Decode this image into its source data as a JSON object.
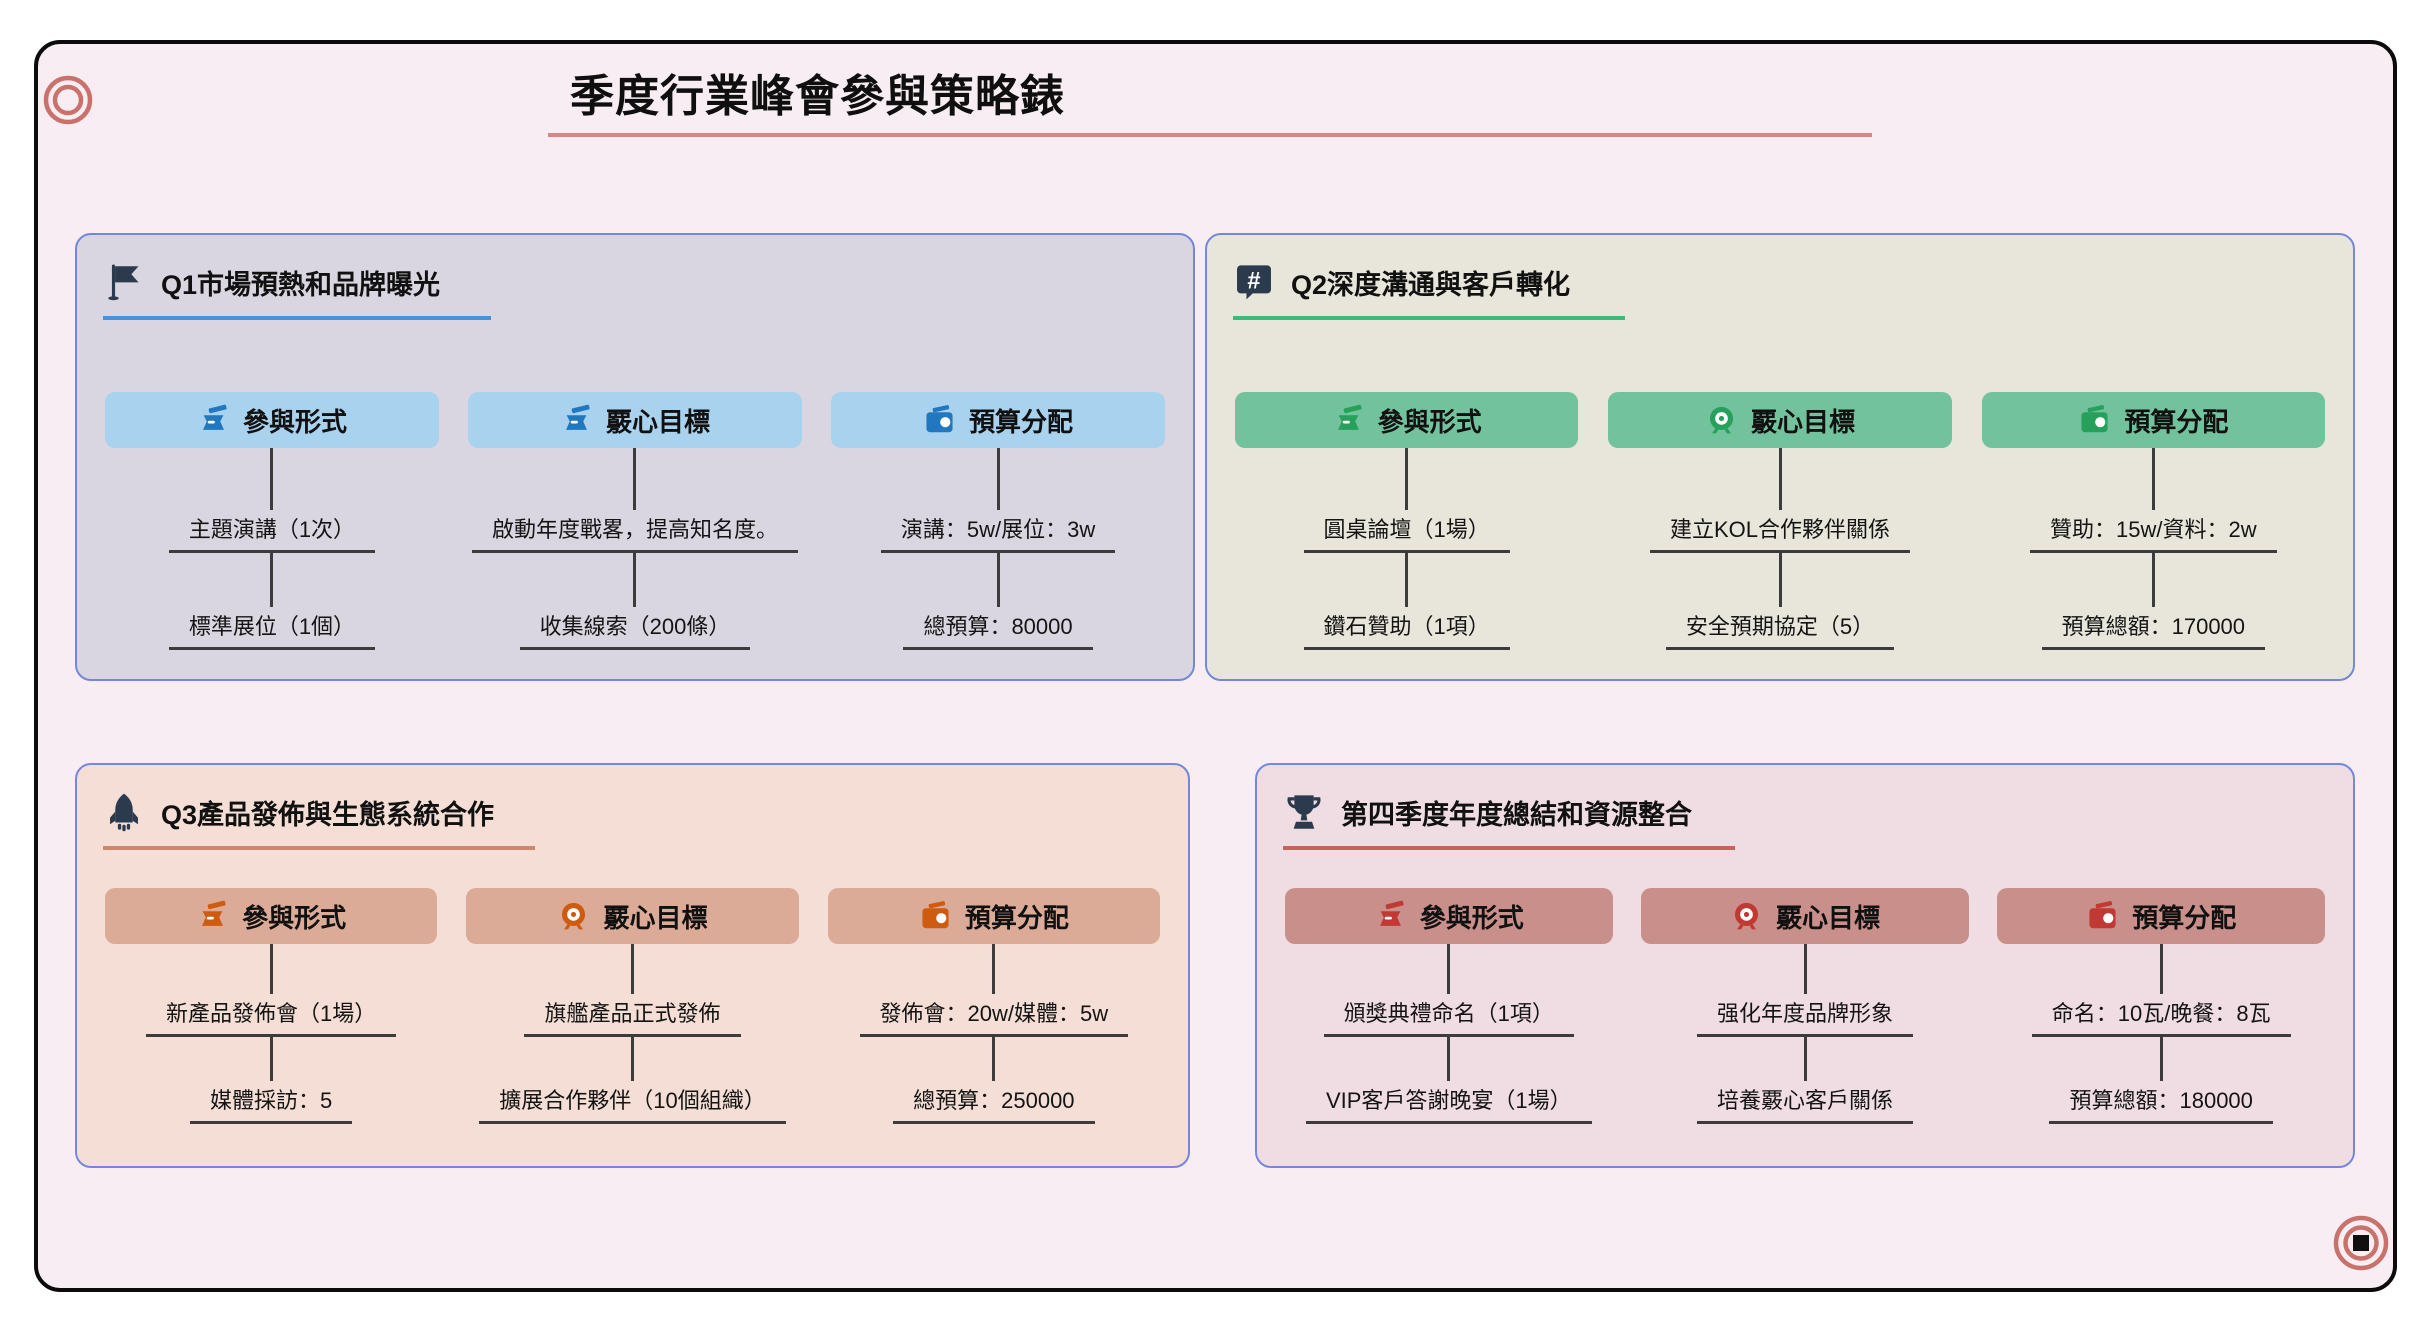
{
  "title": "季度行業峰會參與策略錶",
  "palette": {
    "frame_background": "#f8edf2",
    "panel_border": "#7388dc",
    "title_underline": "#d18b84",
    "corner_rings": "#c9726b",
    "header_icon": "#2c3a4e",
    "q1": {
      "background": "#dad6e1",
      "accent_line": "#4a90d8",
      "node": "#a9d2ee",
      "node_icon": "#2178be"
    },
    "q2": {
      "background": "#e8e6db",
      "accent_line": "#3fb97a",
      "node": "#72c39d",
      "node_icon": "#27a05c"
    },
    "q3": {
      "background": "#f4ded5",
      "accent_line": "#cb8a6e",
      "node": "#dcab98",
      "node_icon": "#ce5b10"
    },
    "q4": {
      "background": "#f0dde4",
      "accent_line": "#c5645d",
      "node": "#c98f8b",
      "node_icon": "#c23934"
    }
  },
  "quadrants": [
    {
      "heading": "Q1市場預熱和品牌曝光",
      "icon": "flag-icon",
      "branches": [
        {
          "icon": "podium-icon",
          "label": "參與形式",
          "items": [
            "主題演講（1次）",
            "標準展位（1個）"
          ]
        },
        {
          "icon": "podium-icon",
          "label": "覈心目標",
          "items": [
            "啟動年度戰畧，提高知名度。",
            "收集線索（200條）"
          ]
        },
        {
          "icon": "wallet-icon",
          "label": "預算分配",
          "items": [
            "演講：5w/展位：3w",
            "總預算：80000"
          ]
        }
      ]
    },
    {
      "heading": "Q2深度溝通與客戶轉化",
      "icon": "hashtag-bubble-icon",
      "branches": [
        {
          "icon": "podium-icon",
          "label": "參與形式",
          "items": [
            "圓桌論壇（1場）",
            "鑽石贊助（1項）"
          ]
        },
        {
          "icon": "target-icon",
          "label": "覈心目標",
          "items": [
            "建立KOL合作夥伴關係",
            "安全預期協定（5）"
          ]
        },
        {
          "icon": "wallet-icon",
          "label": "預算分配",
          "items": [
            "贊助：15w/資料：2w",
            "預算總額：170000"
          ]
        }
      ]
    },
    {
      "heading": "Q3產品發佈與生態系統合作",
      "icon": "rocket-icon",
      "branches": [
        {
          "icon": "podium-icon",
          "label": "參與形式",
          "items": [
            "新產品發佈會（1場）",
            "媒體採訪：5"
          ]
        },
        {
          "icon": "target-icon",
          "label": "覈心目標",
          "items": [
            "旗艦產品正式發佈",
            "擴展合作夥伴（10個組織）"
          ]
        },
        {
          "icon": "wallet-icon",
          "label": "預算分配",
          "items": [
            "發佈會：20w/媒體：5w",
            "總預算：250000"
          ]
        }
      ]
    },
    {
      "heading": "第四季度年度總結和資源整合",
      "icon": "trophy-icon",
      "branches": [
        {
          "icon": "podium-icon",
          "label": "參與形式",
          "items": [
            "頒獎典禮命名（1項）",
            "VIP客戶答謝晚宴（1場）"
          ]
        },
        {
          "icon": "target-icon",
          "label": "覈心目標",
          "items": [
            "强化年度品牌形象",
            "培養覈心客戶關係"
          ]
        },
        {
          "icon": "wallet-icon",
          "label": "預算分配",
          "items": [
            "命名：10瓦/晚餐：8瓦",
            "預算總額：180000"
          ]
        }
      ]
    }
  ]
}
